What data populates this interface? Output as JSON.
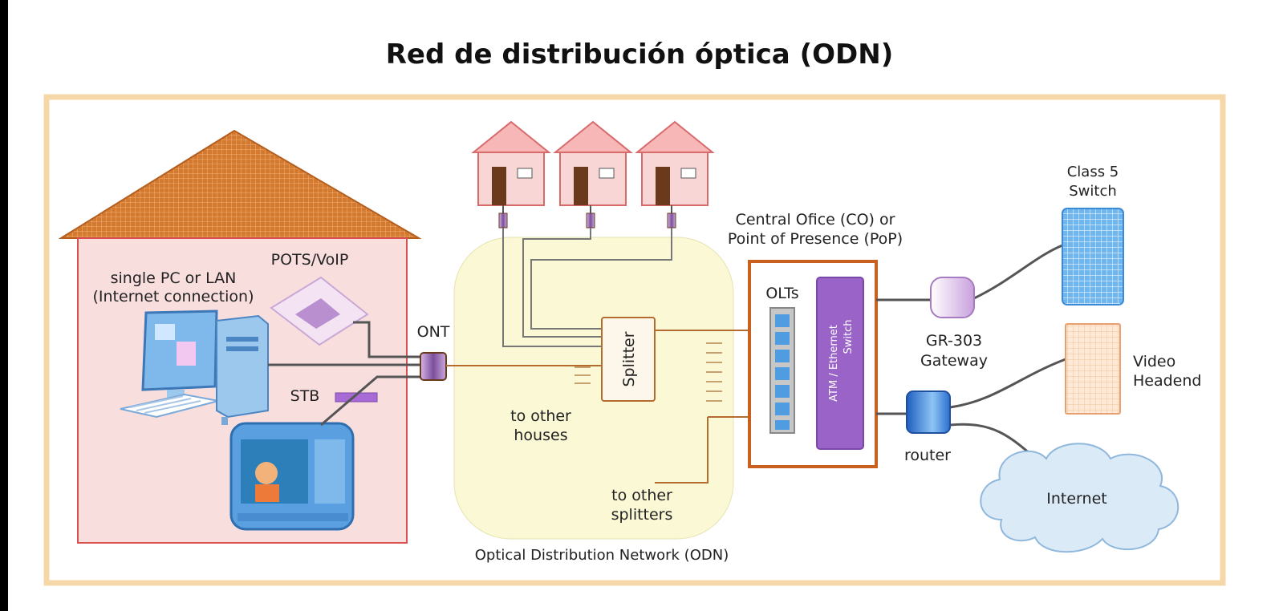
{
  "title": "Red de distribución óptica (ODN)",
  "colors": {
    "frame": "#f5d7a8",
    "home_fill": "#f9dede",
    "roof": "#d47a2f",
    "odn_fill": "#fbf8d6",
    "fiber": "#b36b2e",
    "co_border": "#c9601f",
    "purple": "#9a63c8",
    "olt_blue": "#4f9ce0"
  },
  "labels": {
    "pc": [
      "single PC or LAN",
      "(Internet connection)"
    ],
    "pots": "POTS/VoIP",
    "ont": "ONT",
    "stb": "STB",
    "splitter": "Splitter",
    "to_other_houses": [
      "to other",
      "houses"
    ],
    "to_other_splitters": [
      "to other",
      "splitters"
    ],
    "odn": "Optical Distribution Network (ODN)",
    "co": [
      "Central Ofice (CO) or",
      "Point of Presence (PoP)"
    ],
    "olts": "OLTs",
    "atm_switch": [
      "ATM / Ethernet",
      "Switch"
    ],
    "gateway": [
      "GR-303",
      "Gateway"
    ],
    "class5": [
      "Class 5",
      "Switch"
    ],
    "video": [
      "Video",
      "Headend"
    ],
    "router": "router",
    "internet": "Internet"
  },
  "icons": [
    "house-icon",
    "computer-icon",
    "phone-icon",
    "tv-icon",
    "set-top-box-icon",
    "cloud-icon",
    "router-icon",
    "switch-icon"
  ]
}
